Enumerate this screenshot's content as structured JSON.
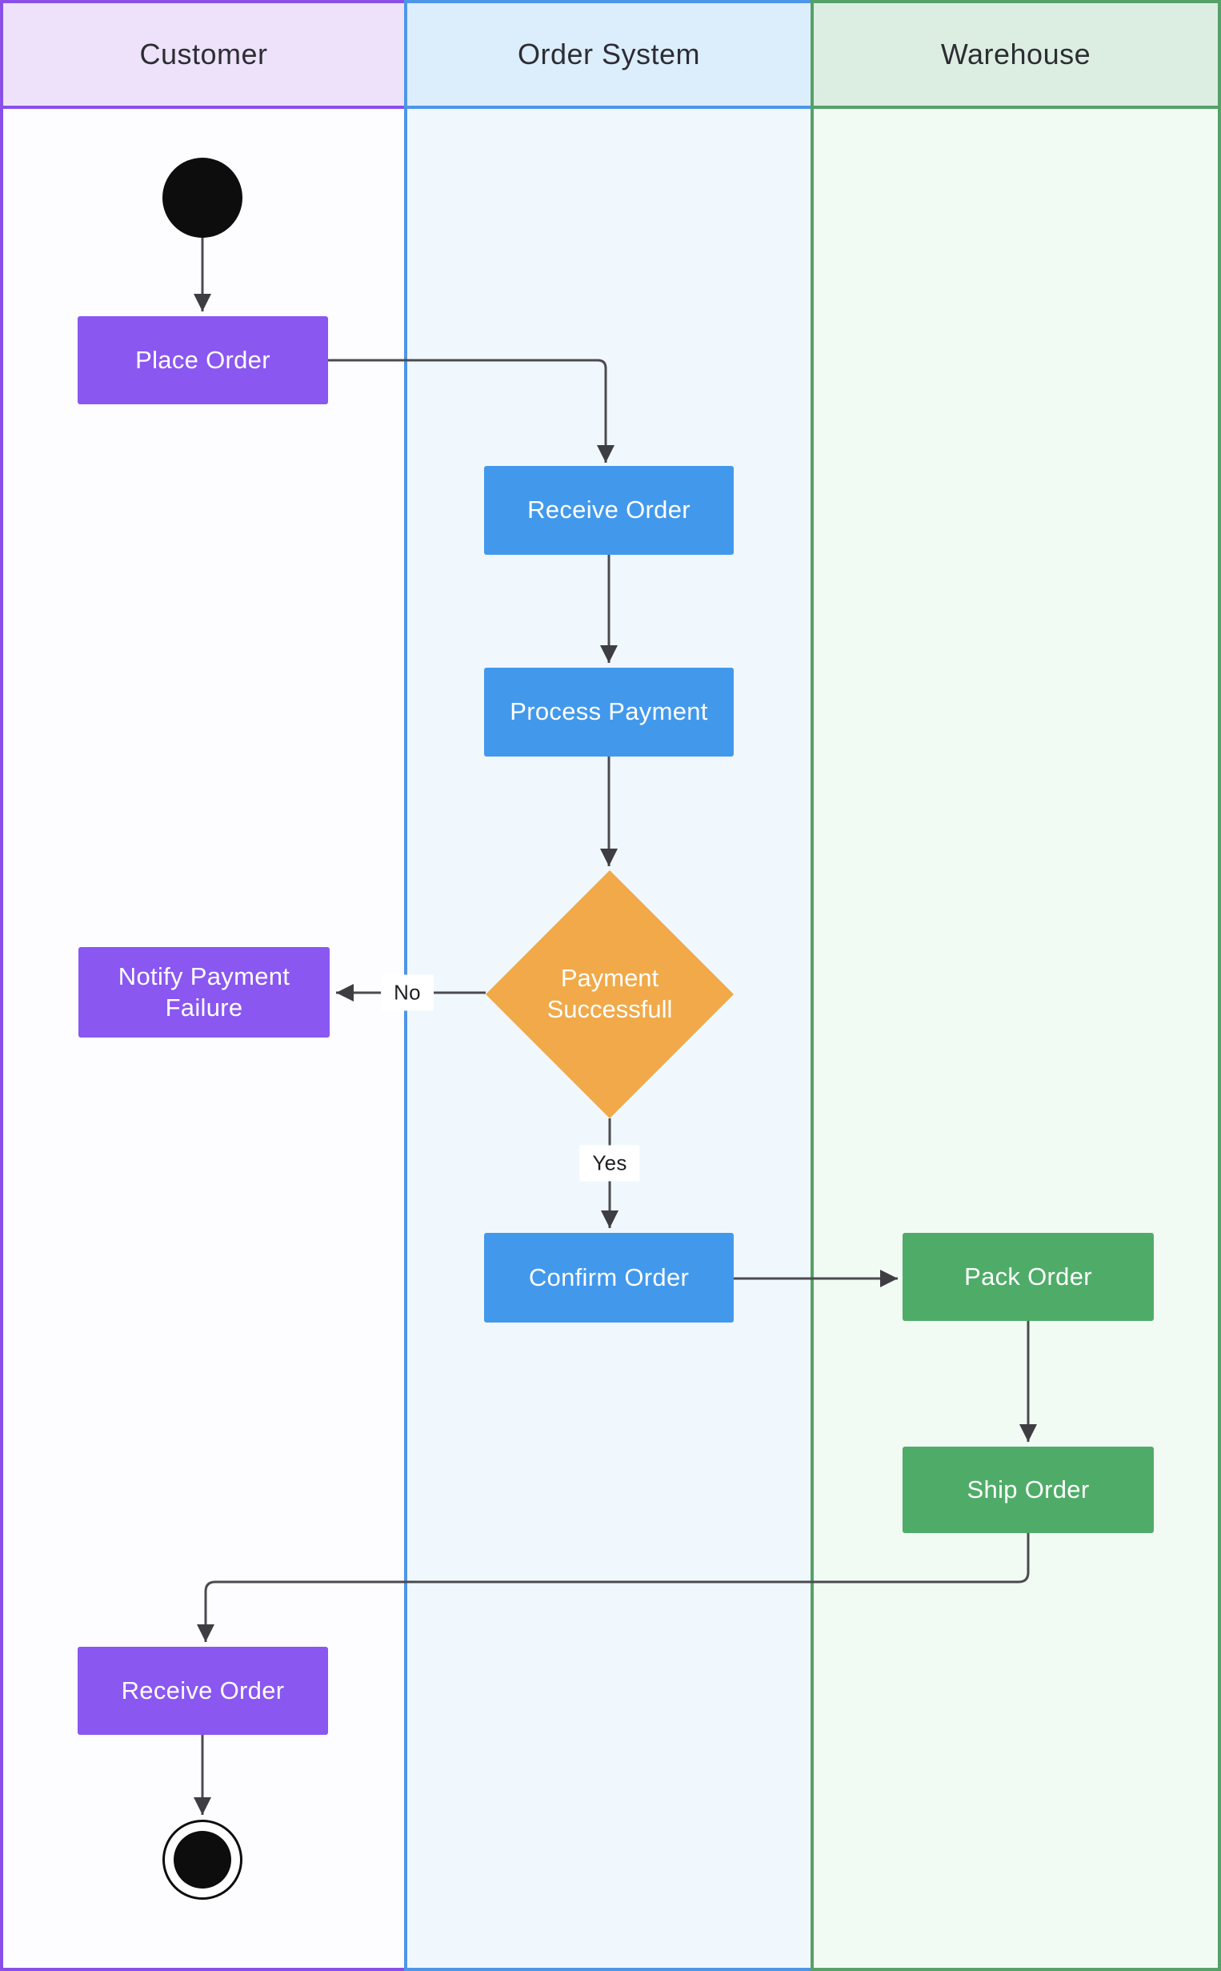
{
  "diagram": {
    "type": "swimlane-activity-diagram",
    "lanes": [
      {
        "label": "Customer",
        "border_color": "#8a4fe9",
        "header_bg": "#ede2fa",
        "body_bg": "#fdfdff"
      },
      {
        "label": "Order System",
        "border_color": "#4d96e8",
        "header_bg": "#dcedfc",
        "body_bg": "#f1f8fd"
      },
      {
        "label": "Warehouse",
        "border_color": "#55a167",
        "header_bg": "#dceee1",
        "body_bg": "#f2faf4"
      }
    ],
    "nodes": {
      "start": {
        "type": "start-state",
        "color": "#0d0d0d"
      },
      "place_order": {
        "label": "Place Order",
        "lane": "Customer",
        "color": "#8a57f1"
      },
      "receive_order_system": {
        "label": "Receive Order",
        "lane": "Order System",
        "color": "#4299ec"
      },
      "process_payment": {
        "label": "Process Payment",
        "lane": "Order System",
        "color": "#4299ec"
      },
      "payment_successfull": {
        "label": "Payment Successfull",
        "lane": "Order System",
        "shape": "decision-diamond",
        "color": "#f1a949"
      },
      "notify_payment_failure": {
        "label": "Notify Payment Failure",
        "lane": "Customer",
        "color": "#8a57f1"
      },
      "confirm_order": {
        "label": "Confirm Order",
        "lane": "Order System",
        "color": "#4299ec"
      },
      "pack_order": {
        "label": "Pack Order",
        "lane": "Warehouse",
        "color": "#4fac68"
      },
      "ship_order": {
        "label": "Ship Order",
        "lane": "Warehouse",
        "color": "#4fac68"
      },
      "receive_order_customer": {
        "label": "Receive Order",
        "lane": "Customer",
        "color": "#8a57f1"
      },
      "end": {
        "type": "end-state",
        "color": "#0d0d0d"
      }
    },
    "edge_labels": {
      "no": "No",
      "yes": "Yes"
    },
    "edge_color": "#4b4b4f"
  }
}
